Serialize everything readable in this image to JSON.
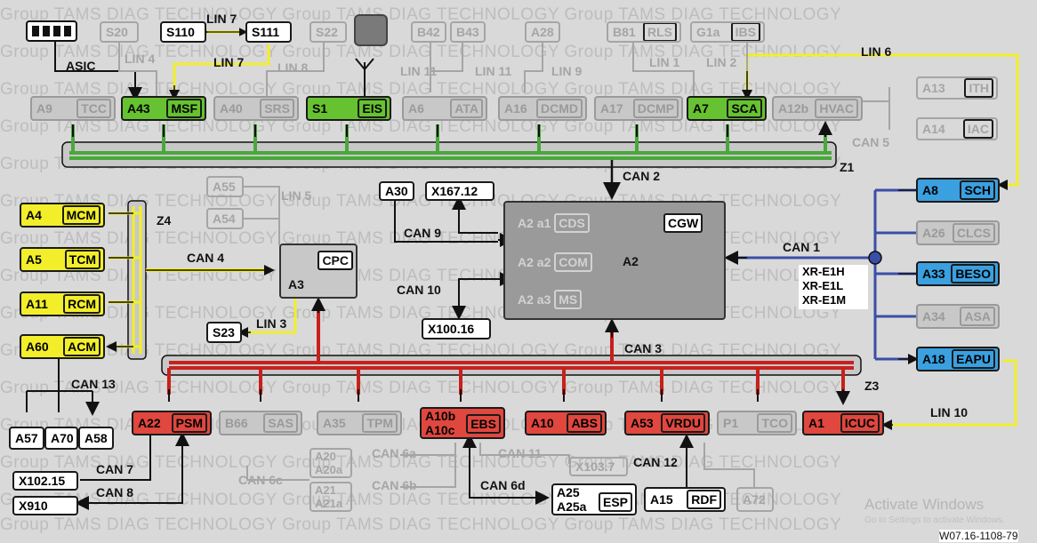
{
  "doc_id": "W07.16-1108-79",
  "watermark": {
    "text": "Group TAMS DIAG TECHNOLOGY Group TAMS DIAG TECHNOLOGY Group TAMS DIAG TECHNOLOGY"
  },
  "os_overlay": {
    "activate": "Activate Windows",
    "settings": "Go to Settings to activate Windows."
  },
  "colors": {
    "lin_bus": "#f2ee2a",
    "can_z1": "#49a83a",
    "can_z3": "#c8201c",
    "can_xr": "#3a4ea8",
    "gateway": "#9a9a9a"
  },
  "connector_icon": "connector-icon",
  "antenna_icon": "antenna-icon",
  "keyfob_icon": "keyfob-icon",
  "top_row": {
    "ghost": {
      "s20": "S20",
      "s22": "S22",
      "b42": "B42",
      "b43": "B43",
      "a28": "A28",
      "b81": "B81",
      "rls": "RLS",
      "g1a": "G1a",
      "ibs": "IBS"
    },
    "s110": "S110",
    "s111": "S111",
    "asic": "ASIC",
    "lin7a": "LIN 7",
    "lin7b": "LIN 7",
    "lin4": "LIN 4",
    "lin8": "LIN 8",
    "lin11": "LIN 11",
    "lin11b": "LIN 11",
    "lin9": "LIN 9",
    "lin1": "LIN 1",
    "lin2": "LIN 2",
    "lin6": "LIN 6"
  },
  "z1": {
    "a9": "A9",
    "tcc": "TCC",
    "a43": "A43",
    "msf": "MSF",
    "a40": "A40",
    "srs": "SRS",
    "s1": "S1",
    "eis": "EIS",
    "a6": "A6",
    "ata": "ATA",
    "a16": "A16",
    "dcmd": "DCMD",
    "a17": "A17",
    "dcmp": "DCMP",
    "a7": "A7",
    "sca": "SCA",
    "a12b": "A12b",
    "hvac": "HVAC",
    "a13": "A13",
    "ith": "ITH",
    "a14": "A14",
    "iac": "IAC",
    "can5": "CAN 5",
    "label": "Z1",
    "can2": "CAN 2"
  },
  "z4": {
    "label": "Z4",
    "a4": "A4",
    "mcm": "MCM",
    "a5": "A5",
    "tcm": "TCM",
    "a11": "A11",
    "rcm": "RCM",
    "a60": "A60",
    "acm": "ACM",
    "can13": "CAN 13",
    "a57": "A57",
    "a70": "A70",
    "a58": "A58"
  },
  "cpc": {
    "a55": "A55",
    "a54": "A54",
    "lin5": "LIN 5",
    "cpc": "CPC",
    "a3": "A3",
    "can4": "CAN 4",
    "s23": "S23",
    "lin3": "LIN 3"
  },
  "gateway": {
    "a30": "A30",
    "x167": "X167.12",
    "can9": "CAN 9",
    "can10": "CAN 10",
    "x100": "X100.16",
    "a2a1": "A2 a1",
    "cds": "CDS",
    "a2a2": "A2 a2",
    "com": "COM",
    "a2a3": "A2 a3",
    "ms": "MS",
    "a2": "A2",
    "cgw": "CGW",
    "can3": "CAN 3",
    "can1": "CAN 1",
    "xr1": "XR-E1H",
    "xr2": "XR-E1L",
    "xr3": "XR-E1M"
  },
  "right": {
    "a8": "A8",
    "sch": "SCH",
    "a26": "A26",
    "clcs": "CLCS",
    "a33": "A33",
    "beso": "BESO",
    "a34": "A34",
    "asa": "ASA",
    "a18": "A18",
    "eapu": "EAPU",
    "z3": "Z3",
    "lin10": "LIN 10"
  },
  "z3": {
    "a22": "A22",
    "psm": "PSM",
    "b66": "B66",
    "sas": "SAS",
    "a35": "A35",
    "tpm": "TPM",
    "a10b": "A10b",
    "a10c": "A10c",
    "ebs": "EBS",
    "a10": "A10",
    "abs": "ABS",
    "a53": "A53",
    "vrdu": "VRDU",
    "p1": "P1",
    "tco": "TCO",
    "a1": "A1",
    "icuc": "ICUC"
  },
  "bottom": {
    "x102": "X102.15",
    "can7": "CAN 7",
    "x910": "X910",
    "can8": "CAN 8",
    "a20": "A20",
    "a20a": "A20a",
    "a21": "A21",
    "a21a": "A21a",
    "can6a": "CAN 6a",
    "can6b": "CAN 6b",
    "can6c": "CAN 6c",
    "can11": "CAN 11",
    "x103": "X103.7",
    "can6d": "CAN 6d",
    "a25": "A25",
    "a25a": "A25a",
    "esp": "ESP",
    "a15": "A15",
    "rdf": "RDF",
    "can12": "CAN 12",
    "a72": "A72"
  }
}
